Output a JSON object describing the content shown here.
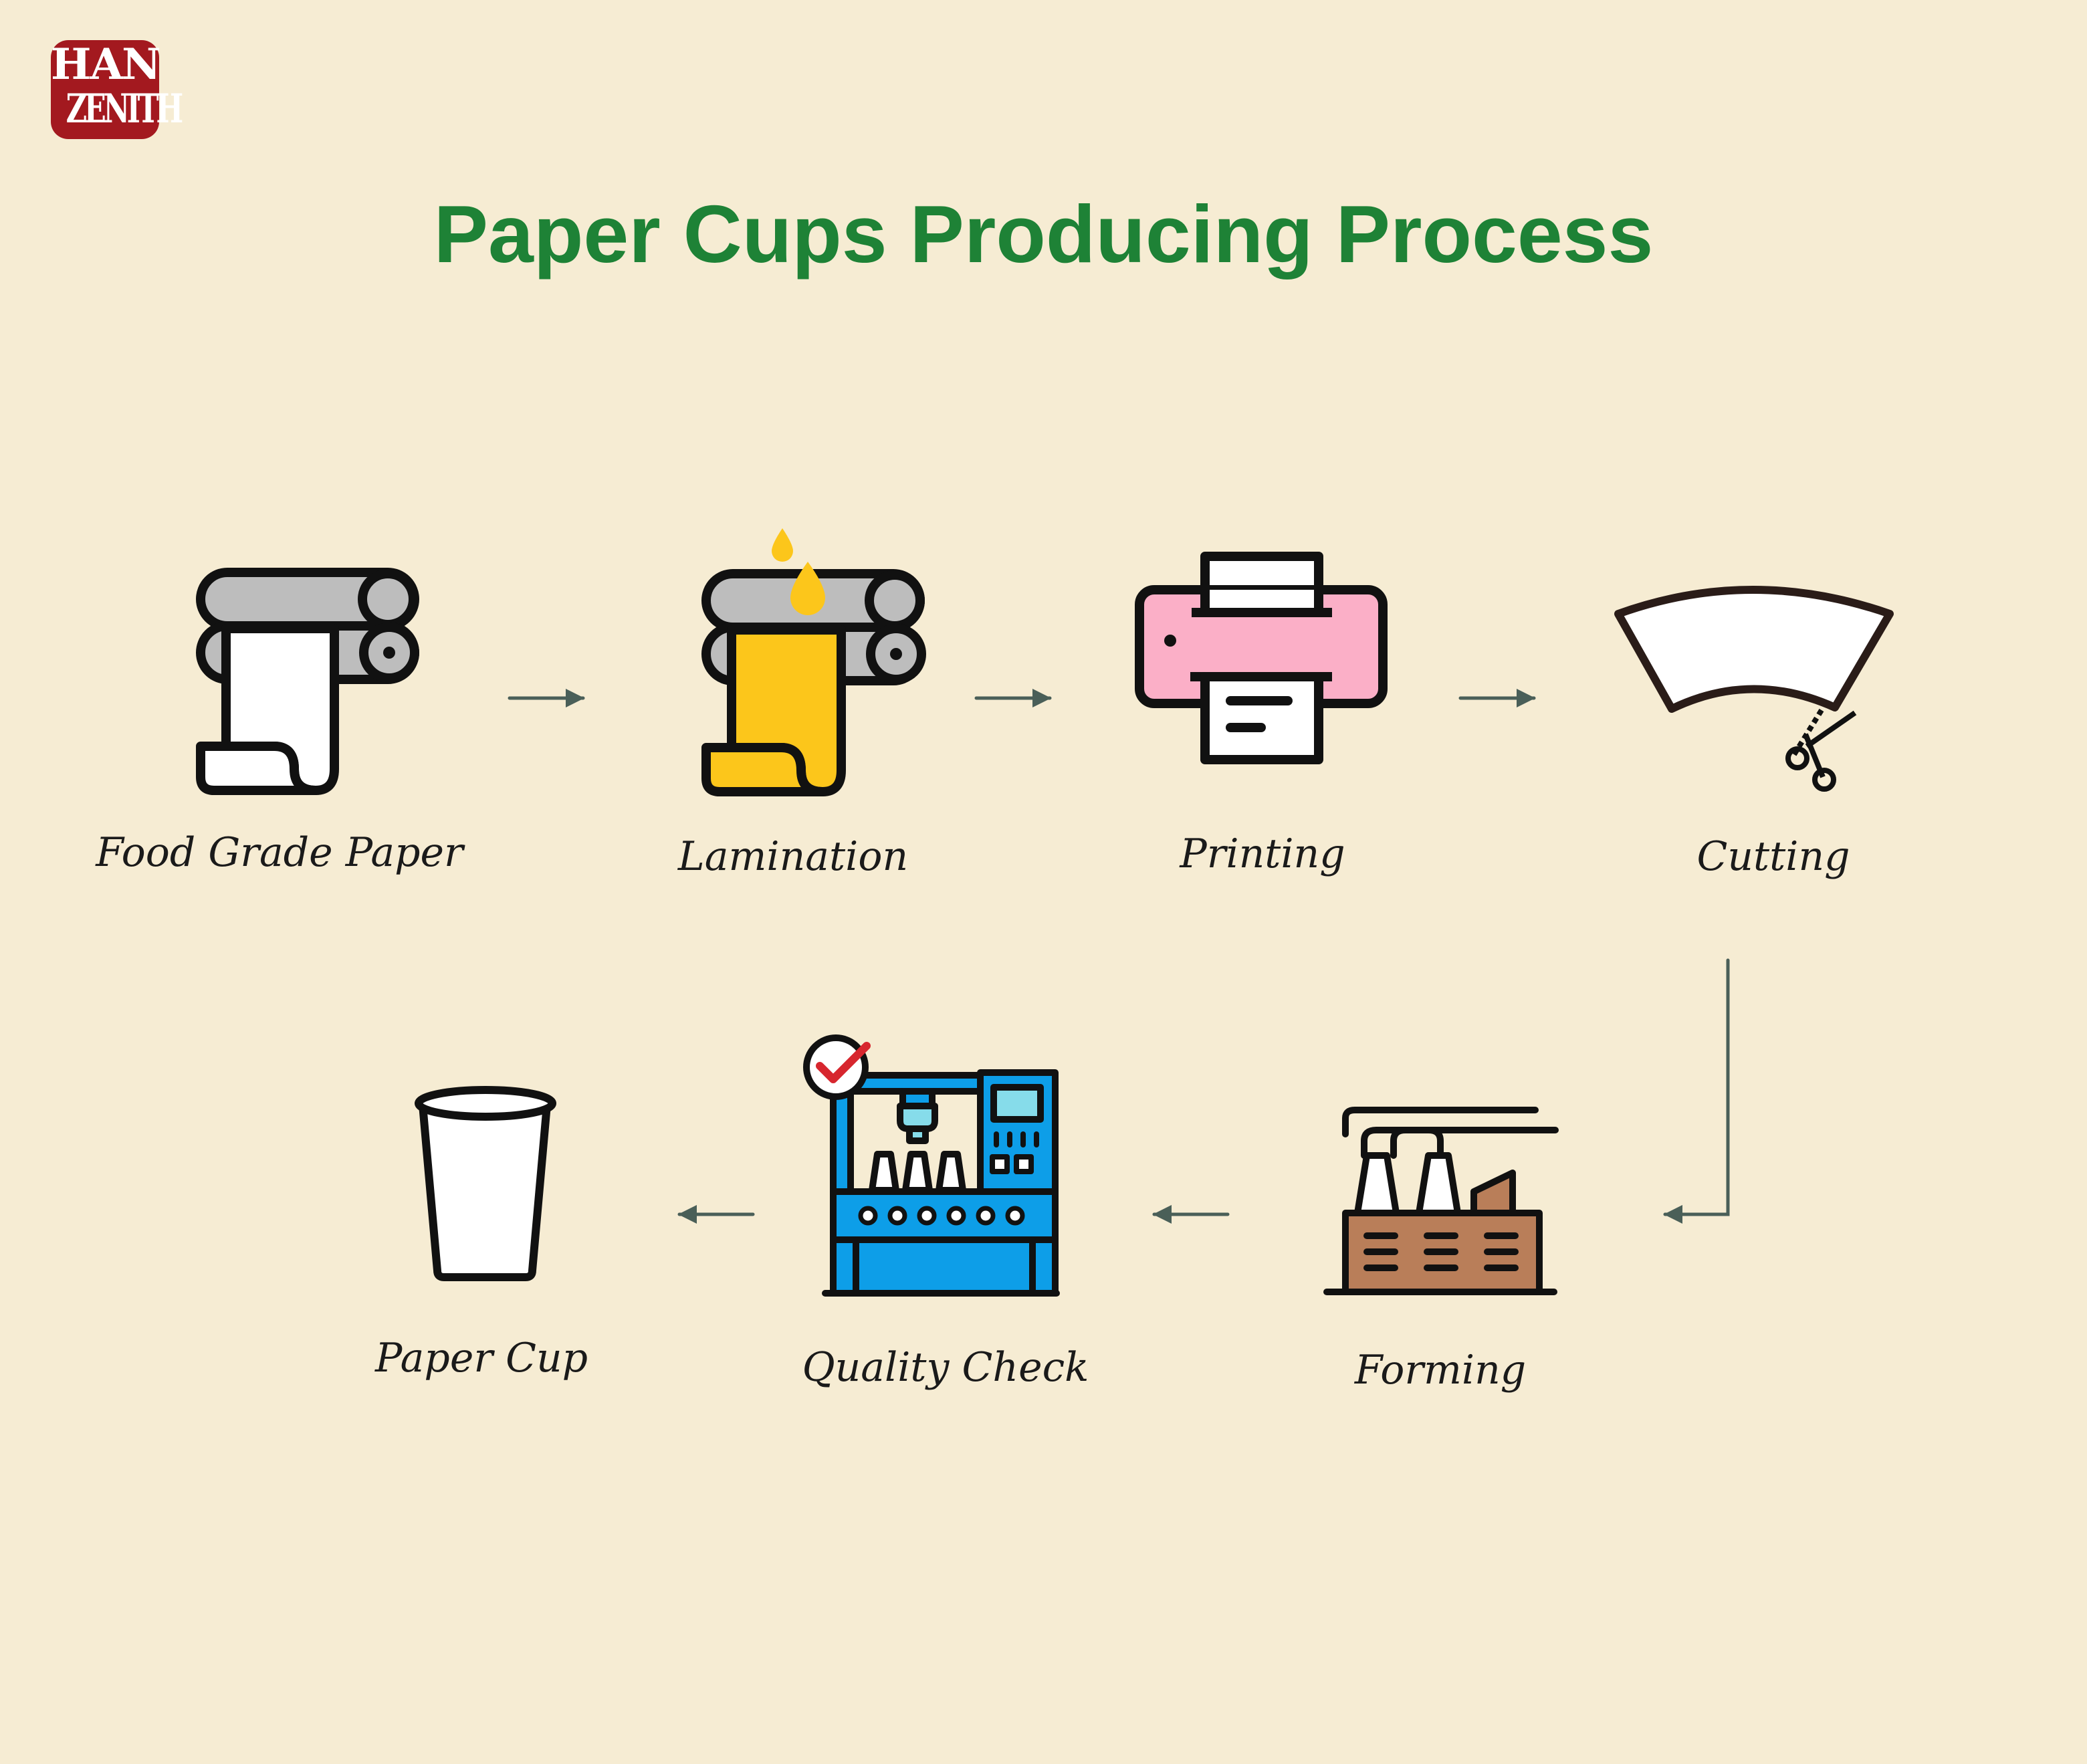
{
  "logo": {
    "line1": "HAN",
    "line2": "ZENITH"
  },
  "title": "Paper Cups Producing Process",
  "steps": [
    {
      "label": "Food Grade Paper",
      "icon": "paper-roll-icon"
    },
    {
      "label": "Lamination",
      "icon": "lamination-roll-icon"
    },
    {
      "label": "Printing",
      "icon": "printer-icon"
    },
    {
      "label": "Cutting",
      "icon": "scissors-cut-icon"
    },
    {
      "label": "Forming",
      "icon": "factory-icon"
    },
    {
      "label": "Quality Check",
      "icon": "quality-check-machine-icon"
    },
    {
      "label": "Paper Cup",
      "icon": "paper-cup-icon"
    }
  ],
  "colors": {
    "background": "#f6ecd3",
    "title": "#1e8236",
    "logo": "#a3191f",
    "arrow": "#4a5f58",
    "roller": "#bdbdbd",
    "lamination": "#fcc61b",
    "printer": "#fbafc7",
    "machine": "#0d9ee8",
    "factory": "#b97e59",
    "check": "#d7262e"
  }
}
